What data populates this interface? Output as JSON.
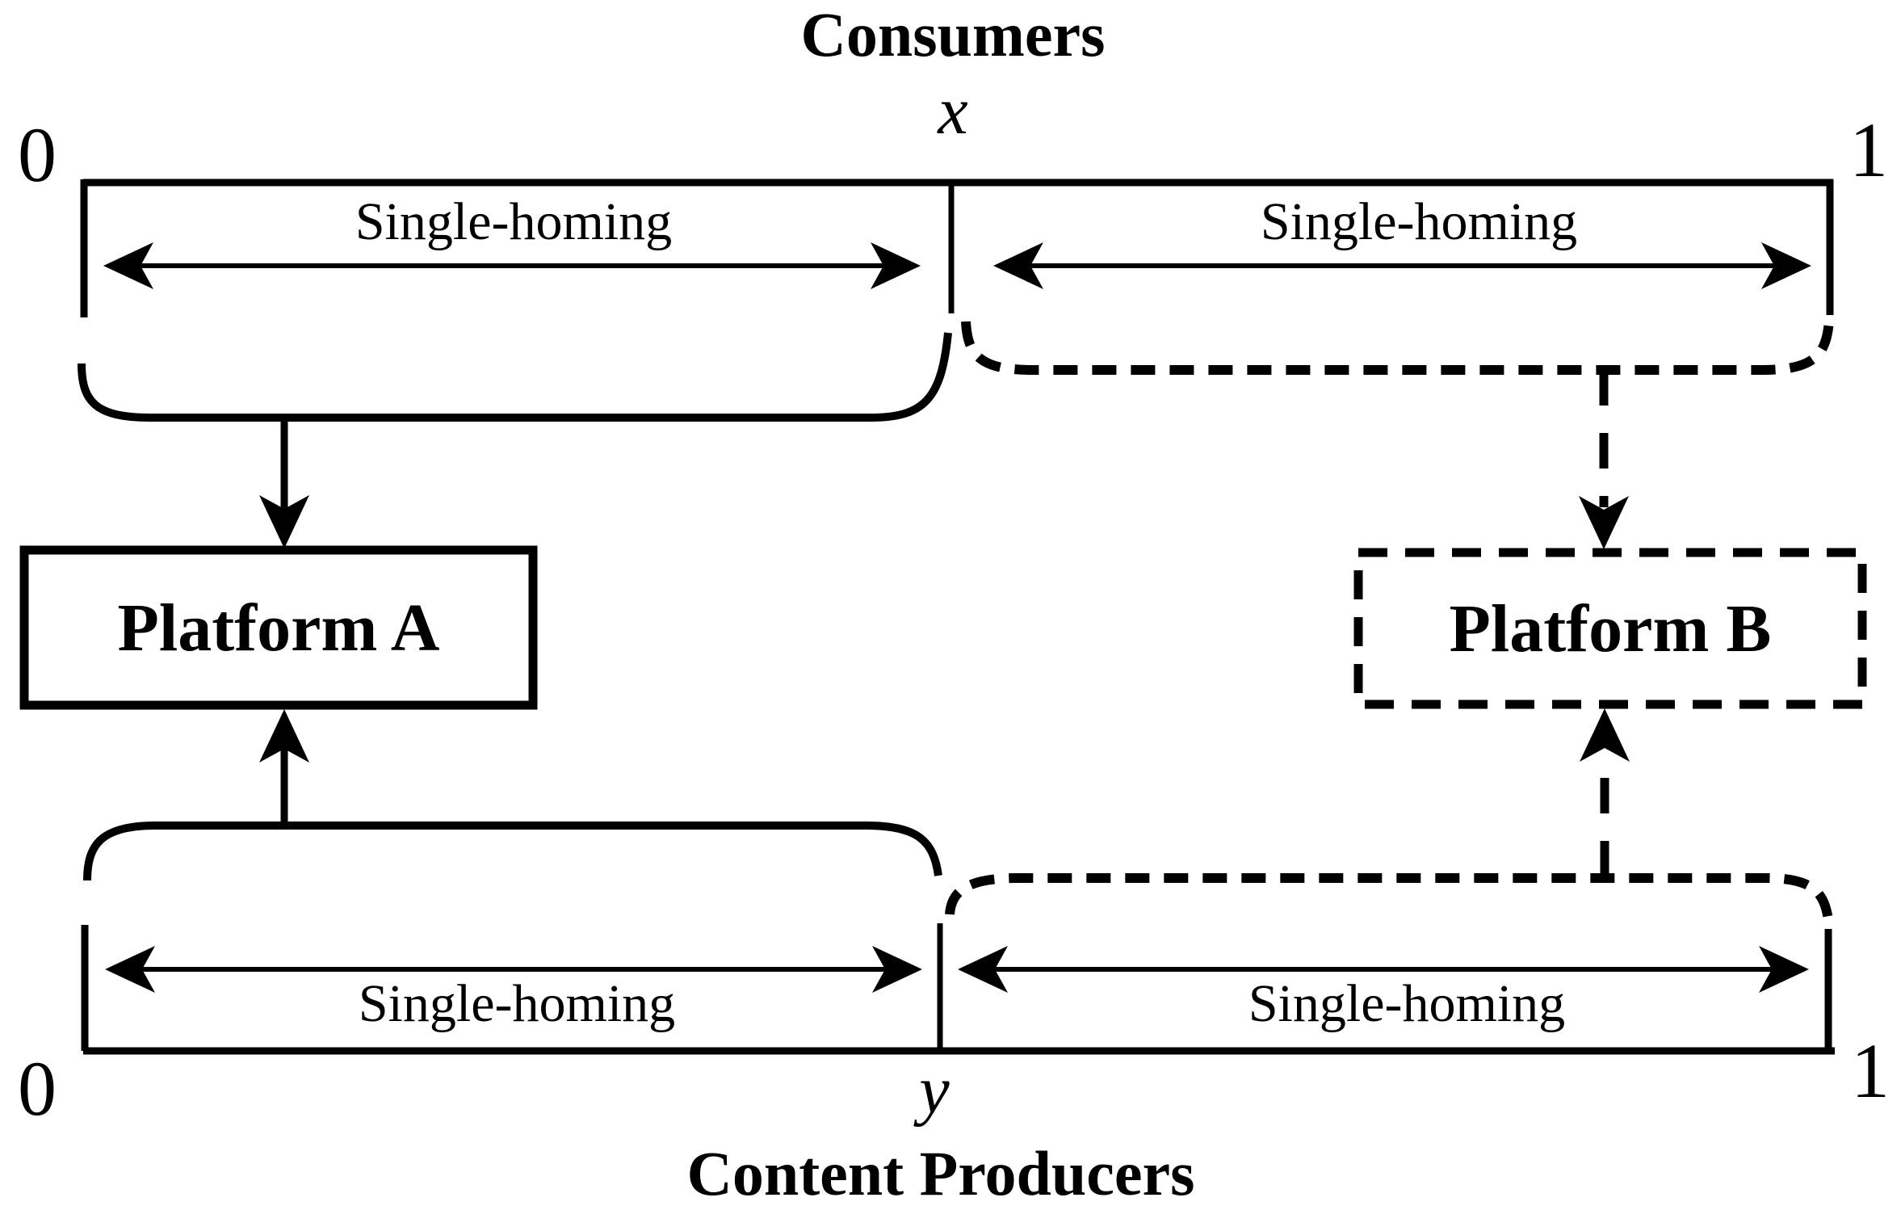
{
  "figure": {
    "top_title": "Consumers",
    "bottom_title": "Content Producers",
    "consumers_axis": {
      "origin_label": "0",
      "threshold_label": "x",
      "end_label": "1",
      "left_segment_label": "Single-homing",
      "right_segment_label": "Single-homing"
    },
    "producers_axis": {
      "origin_label": "0",
      "threshold_label": "y",
      "end_label": "1",
      "left_segment_label": "Single-homing",
      "right_segment_label": "Single-homing"
    },
    "platforms": {
      "a": {
        "label": "Platform A",
        "border_style": "solid"
      },
      "b": {
        "label": "Platform B",
        "border_style": "dashed"
      }
    },
    "colors": {
      "ink": "#000000",
      "background": "#ffffff"
    }
  }
}
